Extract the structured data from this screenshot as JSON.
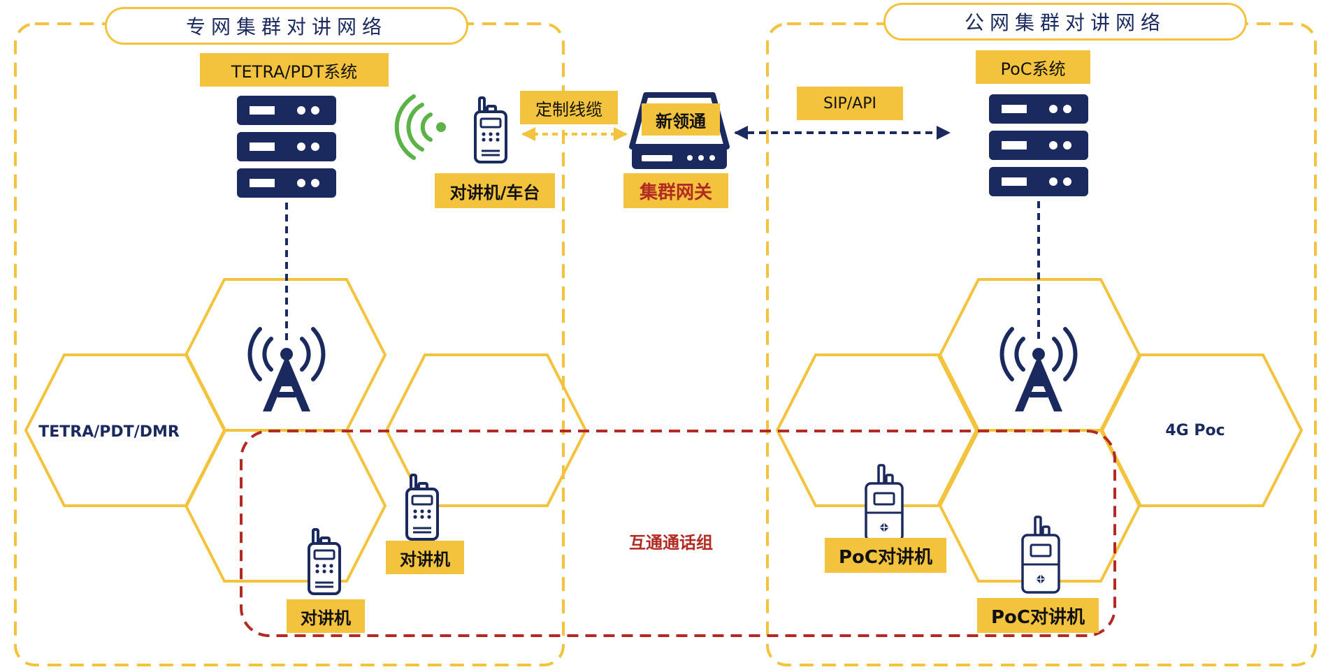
{
  "private_network": {
    "title": "专网集群对讲网络",
    "system_label": "TETRA/PDT系统",
    "standard_label": "TETRA/PDT/DMR",
    "radio_label_1": "对讲机",
    "radio_label_2": "对讲机",
    "vehicle_radio_label": "对讲机/车台"
  },
  "gateway": {
    "cable_label": "定制线缆",
    "device_label": "新领通",
    "name_label": "集群网关"
  },
  "public_network": {
    "title": "公网集群对讲网络",
    "system_label": "PoC系统",
    "interface_label": "SIP/API",
    "standard_label": "4G Poc",
    "poc_label_1": "PoC对讲机",
    "poc_label_2": "PoC对讲机"
  },
  "group": {
    "label": "互通通话组"
  },
  "colors": {
    "yellow": "#f3c33e",
    "navy": "#1a2a5e",
    "red": "#b22a22",
    "green": "#5bb348"
  },
  "icons": [
    "server-icon",
    "base-station-tower-icon",
    "walkie-talkie-icon",
    "poc-handset-icon",
    "radio-waves-icon",
    "gateway-device-icon"
  ]
}
